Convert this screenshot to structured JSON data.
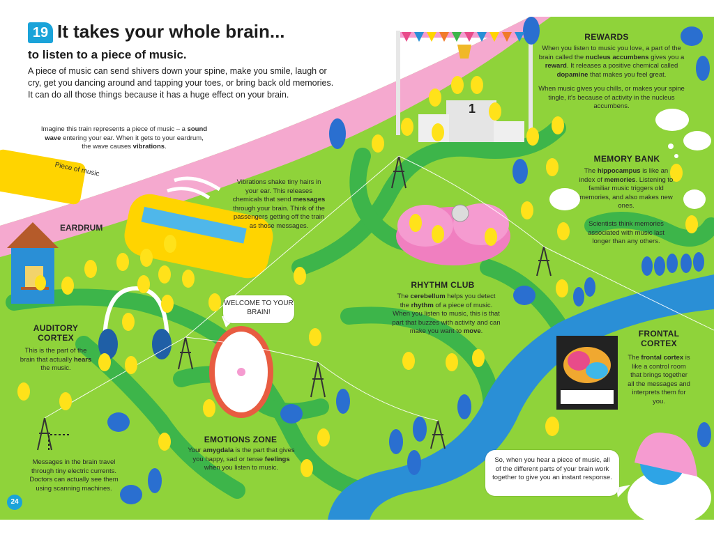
{
  "header": {
    "number": "19",
    "title": "It takes your whole brain...",
    "subtitle": "to listen to a piece of music.",
    "intro": "A piece of music can send shivers down your spine, make you smile, laugh or cry, get you dancing around and tapping your toes, or bring back old memories. It can do all those things because it has a huge effect on your brain."
  },
  "train_note": {
    "a": "Imagine this train represents a piece of music – a ",
    "b": "sound wave",
    "c": " entering your ear. When it gets to your eardrum, the wave causes ",
    "d": "vibrations",
    "e": "."
  },
  "train_label": "Piece of music",
  "eardrum_label": "EARDRUM",
  "vibrations_note": {
    "a": "Vibrations shake tiny hairs in your ear. This releases chemicals that send ",
    "b": "messages",
    "c": " through your brain. Think of the passengers getting off the train as those messages."
  },
  "welcome_bubble": "WELCOME TO YOUR BRAIN!",
  "auditory": {
    "heading": "AUDITORY CORTEX",
    "a": "This is the part of the brain that actually ",
    "b": "hears",
    "c": " the music."
  },
  "messages_note": "Messages in the brain travel through tiny electric currents. Doctors can actually see them using scanning machines.",
  "emotions": {
    "heading": "EMOTIONS ZONE",
    "a": "Your ",
    "b": "amygdala",
    "c": " is the part that gives you happy, sad or tense ",
    "d": "feelings",
    "e": " when you listen to music."
  },
  "rhythm": {
    "heading": "RHYTHM CLUB",
    "a": "The ",
    "b": "cerebellum",
    "c": " helps you detect the ",
    "d": "rhythm",
    "e": " of a piece of music. When you listen to music, this is that part that buzzes with activity and can make you want to ",
    "f": "move",
    "g": "."
  },
  "rewards": {
    "heading": "REWARDS",
    "a": "When you listen to music you love, a part of the brain called the ",
    "b": "nucleus accumbens",
    "c": " gives you a ",
    "d": "reward",
    "e": ". It releases a positive chemical called ",
    "f": "dopamine",
    "g": " that makes you feel great.",
    "p2": "When music gives you chills, or makes your spine tingle, it's because of activity in the nucleus accumbens."
  },
  "podium_number": "1",
  "memory": {
    "heading": "MEMORY BANK",
    "a": "The ",
    "b": "hippocampus",
    "c": " is like an index of ",
    "d": "memories",
    "e": ". Listening to familiar music triggers old memories, and also makes new ones.",
    "p2": "Scientists think memories associated with music last longer than any others."
  },
  "frontal": {
    "heading": "FRONTAL CORTEX",
    "a": "The ",
    "b": "frontal cortex",
    "c": " is like a control room that brings together all the messages and interprets them for you."
  },
  "final_bubble": "So, when you hear a piece of music, all of the different parts of your brain work together to give you an instant response.",
  "page_number": "24",
  "colors": {
    "grass": "#8fd33a",
    "road": "#3db54a",
    "river": "#2a8fd6",
    "sky_band": "#f5a9cf",
    "train": "#ffd400",
    "accent_blue": "#1aa3d9"
  }
}
